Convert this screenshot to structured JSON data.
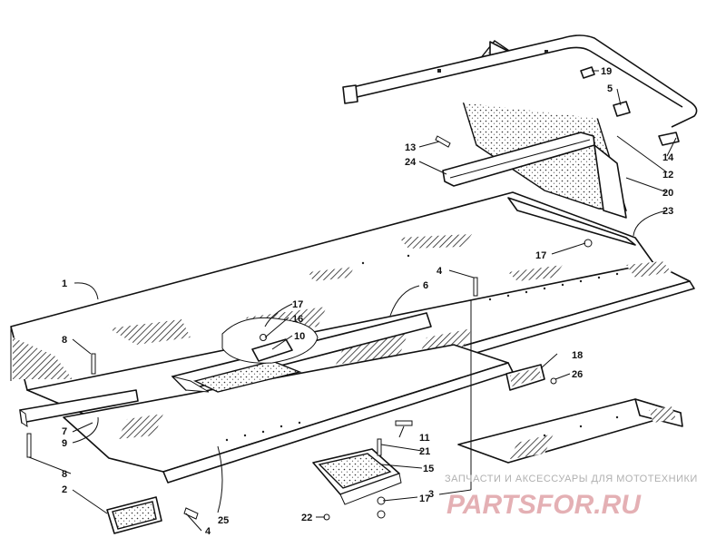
{
  "callouts": [
    {
      "id": "1",
      "label": "1"
    },
    {
      "id": "2",
      "label": "2"
    },
    {
      "id": "3",
      "label": "3"
    },
    {
      "id": "4a",
      "label": "4"
    },
    {
      "id": "4b",
      "label": "4"
    },
    {
      "id": "5",
      "label": "5"
    },
    {
      "id": "6",
      "label": "6"
    },
    {
      "id": "7",
      "label": "7"
    },
    {
      "id": "8a",
      "label": "8"
    },
    {
      "id": "8b",
      "label": "8"
    },
    {
      "id": "9",
      "label": "9"
    },
    {
      "id": "10",
      "label": "10"
    },
    {
      "id": "11",
      "label": "11"
    },
    {
      "id": "12",
      "label": "12"
    },
    {
      "id": "13",
      "label": "13"
    },
    {
      "id": "14",
      "label": "14"
    },
    {
      "id": "15",
      "label": "15"
    },
    {
      "id": "16",
      "label": "16"
    },
    {
      "id": "17a",
      "label": "17"
    },
    {
      "id": "17b",
      "label": "17"
    },
    {
      "id": "17c",
      "label": "17"
    },
    {
      "id": "18",
      "label": "18"
    },
    {
      "id": "19",
      "label": "19"
    },
    {
      "id": "20",
      "label": "20"
    },
    {
      "id": "21",
      "label": "21"
    },
    {
      "id": "22",
      "label": "22"
    },
    {
      "id": "23",
      "label": "23"
    },
    {
      "id": "24",
      "label": "24"
    },
    {
      "id": "25",
      "label": "25"
    },
    {
      "id": "26",
      "label": "26"
    }
  ],
  "watermark": {
    "tagline": "ЗАПЧАСТИ И АКСЕССУАРЫ ДЛЯ МОТОТЕХНИКИ",
    "logo": "PARTSFOR.RU"
  },
  "colors": {
    "line": "#111111",
    "watermark_logo": "#e0a3a8",
    "watermark_text": "#b0b0b0"
  }
}
